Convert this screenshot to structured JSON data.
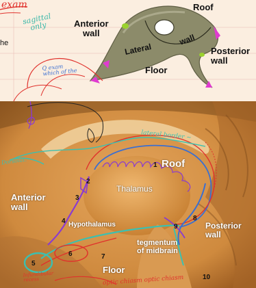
{
  "colors": {
    "paper": "#fbeee0",
    "ventricle_shape": "#8c8b6a",
    "photo_base": "#d59048",
    "red_ink": "#e0312c",
    "blue_ink": "#3b6fd1",
    "teal_ink": "#3cc0b0",
    "purple_ink": "#8a3bd0",
    "magenta_tip": "#e03bd0",
    "green_tip": "#9bd22e"
  },
  "diagram": {
    "labels": {
      "anterior_wall": "Anterior\nwall",
      "roof": "Roof",
      "lateral": "Lateral",
      "wall": "wall",
      "posterior_wall": "Posterior\nwall",
      "floor": "Floor"
    }
  },
  "notes": {
    "title_partial": "exam",
    "sagittal_only": "sagittal\nonly",
    "left_fragment": "he",
    "blue_note": "Q exam\nwhich of the"
  },
  "photo": {
    "labels": {
      "anterior_wall": "Anterior\nwall",
      "roof": "Roof",
      "thalamus": "Thalamus",
      "hypothalamus": "Hypothalamus",
      "posterior_wall": "Posterior\nwall",
      "tegmentum": "tegmentum\nof midbrain",
      "floor": "Floor"
    },
    "numbers": [
      "1",
      "2",
      "3",
      "4",
      "5",
      "6",
      "7",
      "8",
      "9",
      "10"
    ],
    "handwriting": {
      "left_green": "Dorsolat.",
      "top_green": "lateral border ~",
      "bottom_red": "optic chiasm   optic chiasm",
      "bottom_left_red": "Infundibular\nrecess"
    }
  }
}
